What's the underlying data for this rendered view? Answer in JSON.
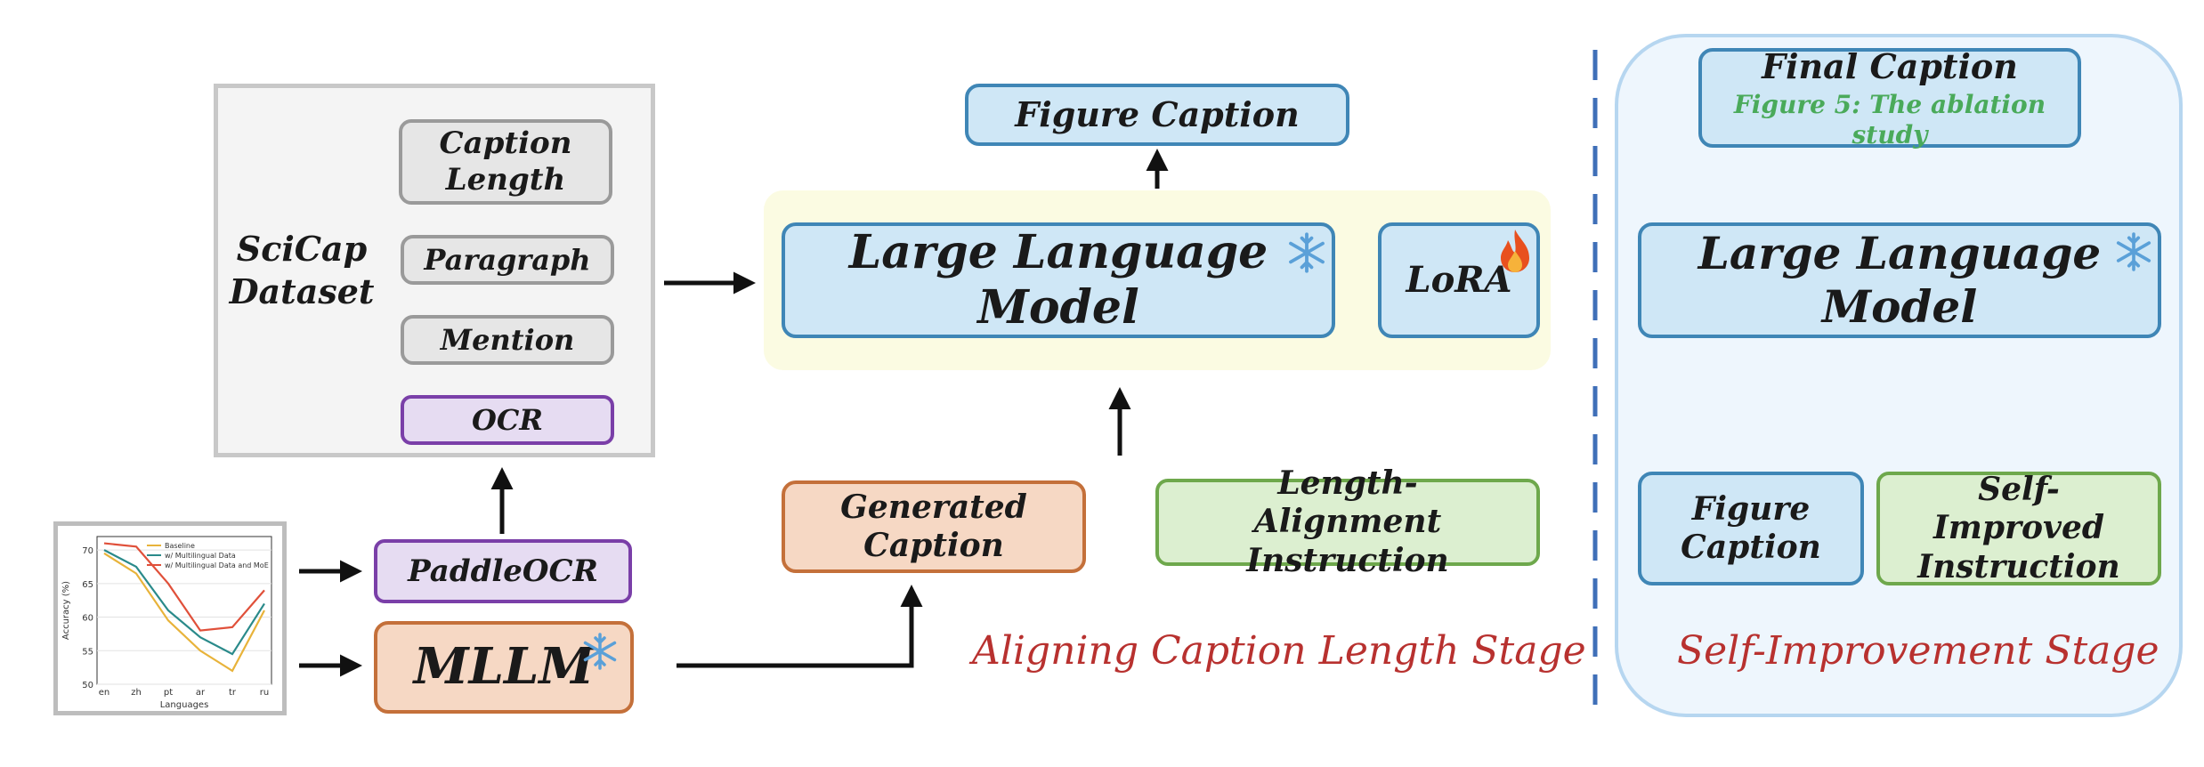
{
  "left": {
    "dataset_title_line1": "SciCap",
    "dataset_title_line2": "Dataset",
    "caption_length": "Caption Length",
    "paragraph": "Paragraph",
    "mention": "Mention",
    "ocr": "OCR",
    "paddleocr": "PaddleOCR",
    "mllm": "MLLM"
  },
  "middle": {
    "figure_caption": "Figure Caption",
    "llm": "Large Language Model",
    "lora": "LoRA",
    "generated_caption": "Generated Caption",
    "length_alignment_instruction": "Length-Alignment Instruction",
    "stage_title": "Aligning Caption Length Stage"
  },
  "right": {
    "final_caption": "Final Caption",
    "final_caption_example": "Figure 5: The ablation study",
    "llm": "Large Language Model",
    "figure_caption": "Figure Caption",
    "self_improved_instruction": "Self-Improved Instruction",
    "stage_title": "Self-Improvement Stage"
  },
  "colors": {
    "stage_title": "#b8312f",
    "example_caption": "#4aaa5a",
    "divider": "#3f6fb8",
    "snowflake": "#5aa0d8",
    "flame": "#e8501e"
  },
  "icons": {
    "frozen": "snowflake-icon",
    "trainable": "flame-icon"
  },
  "chart_data": {
    "type": "line",
    "categories": [
      "en",
      "zh",
      "pt",
      "ar",
      "tr",
      "ru"
    ],
    "series": [
      {
        "name": "Baseline",
        "color": "#e8b33a",
        "values": [
          69.5,
          66.5,
          59.5,
          55,
          52,
          61
        ]
      },
      {
        "name": "w/ Multilingual Data",
        "color": "#2a8a8a",
        "values": [
          70,
          67.5,
          61,
          57,
          54.5,
          62
        ]
      },
      {
        "name": "w/ Multilingual Data and MoE",
        "color": "#e0503a",
        "values": [
          71,
          70.5,
          65,
          58,
          58.5,
          64
        ]
      }
    ],
    "xlabel": "Languages",
    "ylabel": "Accuracy (%)",
    "ylim": [
      50,
      72
    ],
    "yticks": [
      50,
      55,
      60,
      65,
      70
    ],
    "legend_position": "top-center"
  }
}
